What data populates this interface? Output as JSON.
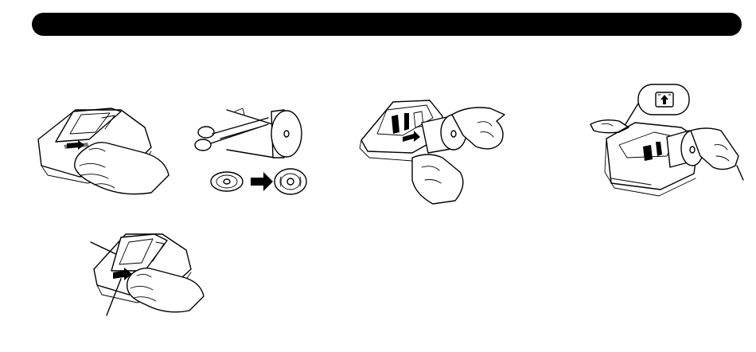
{
  "figures": [
    {
      "name": "open-paper-cover",
      "icon": "calculator-hand-cover-icon"
    },
    {
      "name": "cut-paper-end",
      "icon": "scissors-paper-roll-icon"
    },
    {
      "name": "insert-paper-roll",
      "icon": "paper-roll-insert-icon"
    },
    {
      "name": "press-paper-feed-key",
      "icon": "paper-feed-key-icon"
    },
    {
      "name": "close-paper-cover",
      "icon": "calculator-cover-close-icon"
    }
  ],
  "colors": {
    "ink": "#000000",
    "paper": "#ffffff",
    "shade": "#7a7a7a"
  }
}
